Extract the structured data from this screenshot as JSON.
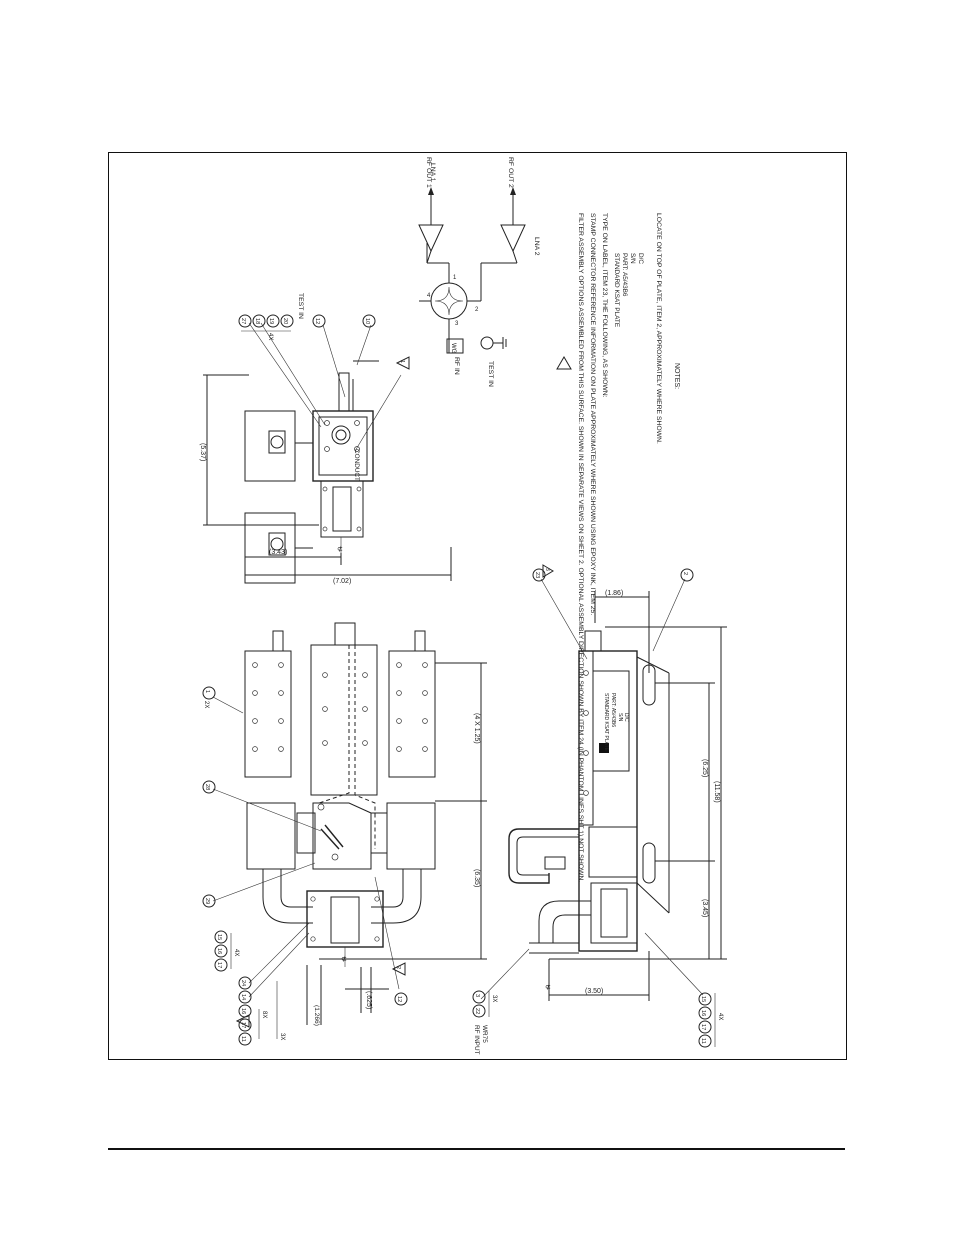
{
  "notes": {
    "header": "NOTES:",
    "note1": "FILTER ASSEMBLY OPTIONS ASSEMBLED FROM THIS SURFACE. SHOWN IN SEPARATE VIEWS ON SHEET 2. OPTIONAL ASSEMBLY DIRECTION SHOWN BY ITEM 24 (IN PHANTOM LINES SHT 1) NOT SHOWN.",
    "note2": "STAMP CONNECTOR REFERENCE INFORMATION ON PLATE APPROXIMATELY WHERE SHOWN USING EPOXY INK, ITEM 25.",
    "note3": "TYPE ON LABEL, ITEM 23, THE FOLLOWING, AS SHOWN:",
    "note3_l1": "STANDARD KSAT PLATE",
    "note3_l2": "PART: A5/43B6",
    "note3_l3": "S/N",
    "note3_l4": "D/C",
    "note3_tail": "LOCATE ON TOP OF PLATE, ITEM 2, APPROXIMATELY WHERE SHOWN."
  },
  "schematic": {
    "rf_in": "RF IN",
    "wg": "WG",
    "test_in": "TEST IN",
    "lna1": "LNA 1",
    "lna2": "LNA 2",
    "rf_out1": "RF OUT 1",
    "rf_out2": "RF OUT 2",
    "port1": "1",
    "port2": "2",
    "port3": "3",
    "port4": "4"
  },
  "end_view": {
    "dim_height": "(5.37)",
    "dim_offset": "(3.43)",
    "dim_width": "(7.02)",
    "label_test_in": "TEST IN",
    "label_conduct": "CONDUCT",
    "bubble_27": "27",
    "bubble_18": "18",
    "bubble_19": "19",
    "bubble_20": "20",
    "qty_4x": "4X",
    "bubble_12": "12",
    "bubble_10": "10",
    "note_ref": "1"
  },
  "top_view": {
    "dim_pitch": "(4 X 1.25)",
    "dim_offset": "(6.35)",
    "dim_width": "(.625)",
    "dim_1266": "(1.266)",
    "qty_2x": "2X",
    "qty_4x": "4X",
    "qty_8x": "8X",
    "qty_3x": "3X",
    "bubble_1": "1",
    "bubble_28": "28",
    "bubble_29": "29",
    "bubble_15": "15",
    "bubble_16": "16",
    "bubble_17": "17",
    "bubble_24": "24",
    "bubble_14": "14",
    "bubble_11": "11",
    "bubble_12": "12",
    "note_ref": "2"
  },
  "side_view": {
    "dim_186": "(1.86)",
    "dim_625": "(6.25)",
    "dim_1158": "(11.58)",
    "dim_345": "(3.45)",
    "dim_350": "(3.50)",
    "bubble_23": "23",
    "bubble_2": "2",
    "bubble_3": "3",
    "bubble_22": "22",
    "bubble_15": "15",
    "bubble_16": "16",
    "bubble_17": "17",
    "bubble_11": "11",
    "qty_3x": "3X",
    "qty_4x": "4X",
    "label_rf_input": "RF INPUT",
    "label_wr75": "WR75",
    "plate_l1": "STANDARD KSAT PLATE",
    "plate_l2": "PART: A5/43B6",
    "plate_l3": "S/N",
    "plate_l4": "D/C",
    "note_ref": "3"
  }
}
